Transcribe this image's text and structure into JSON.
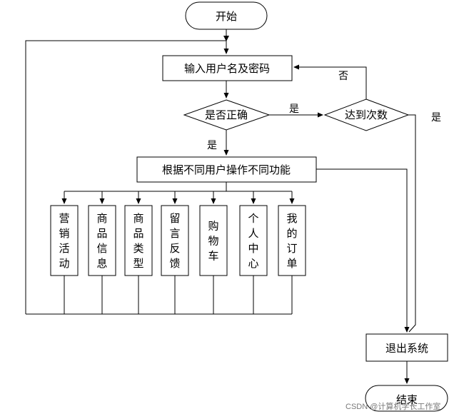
{
  "flow": {
    "start": "开始",
    "input": "输入用户名及密码",
    "check": "是否正确",
    "attempts": "达到次数",
    "dispatch": "根据不同用户操作不同功能",
    "exit": "退出系统",
    "end": "结束"
  },
  "labels": {
    "yes_check_to_attempts": "是",
    "no_attempts_to_input": "否",
    "yes_attempts_to_exit": "是",
    "yes_check_to_dispatch": "是"
  },
  "modules": [
    [
      "营",
      "销",
      "活",
      "动"
    ],
    [
      "商",
      "品",
      "信",
      "息"
    ],
    [
      "商",
      "品",
      "类",
      "型"
    ],
    [
      "留",
      "言",
      "反",
      "馈"
    ],
    [
      "购",
      "物",
      "车"
    ],
    [
      "个",
      "人",
      "中",
      "心"
    ],
    [
      "我",
      "的",
      "订",
      "单"
    ]
  ],
  "watermark": "CSDN @计算机学长工作室"
}
